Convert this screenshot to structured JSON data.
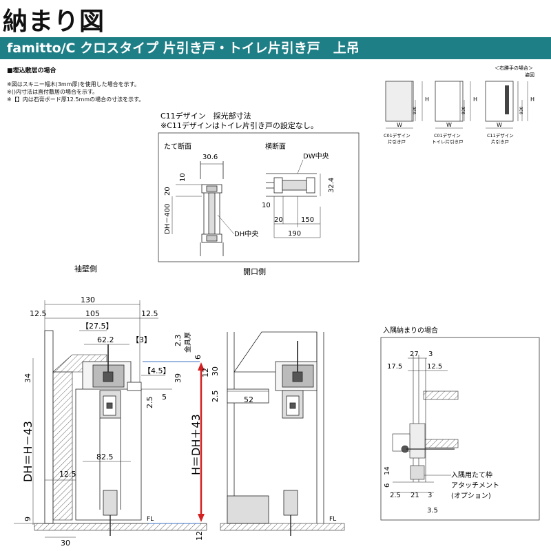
{
  "header": {
    "title": "納まり図",
    "subtitle": "famitto/C クロスタイプ 片引き戸・トイレ片引き戸　上吊"
  },
  "notes": {
    "heading": "■埋込敷居の場合",
    "lines": [
      "※図はスキニー幅木(3mm厚)を使用した場合を示す。",
      "※()内寸法は直付敷居の場合を示す。",
      "※【】内は石膏ボード厚12.5mmの場合の寸法を示す。"
    ]
  },
  "thumbnails": {
    "handedness_note": "＜右勝手の場合＞",
    "view_note": "姿図",
    "items": [
      {
        "caption_1": "C01デザイン",
        "caption_2": "片引き戸",
        "w": "W",
        "h": "H",
        "dim": "930"
      },
      {
        "caption_1": "C01デザイン",
        "caption_2": "トイレ片引き戸",
        "w": "W",
        "h": "H",
        "dim": "930"
      },
      {
        "caption_1": "C11デザイン",
        "caption_2": "片引き戸",
        "w": "W",
        "h": "H",
        "dim": "930"
      }
    ]
  },
  "c11_detail": {
    "title": "C11デザイン　採光部寸法",
    "note": "※C11デザインはトイレ片引き戸の設定なし。",
    "vertical": {
      "label": "たて断面",
      "w": "30.6",
      "d10": "10",
      "d20": "20",
      "dh": "DH－400",
      "center": "DH中央"
    },
    "horizontal": {
      "label": "横断面",
      "center": "DW中央",
      "d32": "32.4",
      "d10": "10",
      "d20": "20",
      "d150": "150",
      "d190": "190"
    }
  },
  "main_section": {
    "left_label": "袖壁側",
    "right_label": "開口側",
    "dims": {
      "d130": "130",
      "d12_5a": "12.5",
      "d105": "105",
      "d12_5b": "12.5",
      "d27_5": "【27.5】",
      "d62_2": "62.2",
      "d3": "【3】",
      "d2_3": "2.3",
      "kanagu": "金具厚",
      "d6": "6",
      "d4_5": "【4.5】",
      "d34": "34",
      "d39": "39",
      "d12": "12",
      "d30": "30",
      "d2_5a": "2.5",
      "d5": "5",
      "d2_5b": "2.5",
      "d52": "52",
      "d82_5": "82.5",
      "d12_5c": "12.5",
      "dh": "DH＝H－43",
      "h": "H＝DH＋43",
      "d9": "9",
      "d30b": "30",
      "d12b": "12",
      "fl1": "FL",
      "fl2": "FL"
    }
  },
  "corner_detail": {
    "title": "入隅納まりの場合",
    "dims": {
      "d27": "27",
      "d3a": "3",
      "d17_5": "17.5",
      "d12_5": "12.5",
      "d14": "14",
      "d6": "6",
      "d2_5": "2.5",
      "d21": "21",
      "d3b": "3",
      "d3_5": "3.5"
    },
    "callout": [
      "入隅用たて枠",
      "アタッチメント",
      "(オプション)"
    ]
  }
}
